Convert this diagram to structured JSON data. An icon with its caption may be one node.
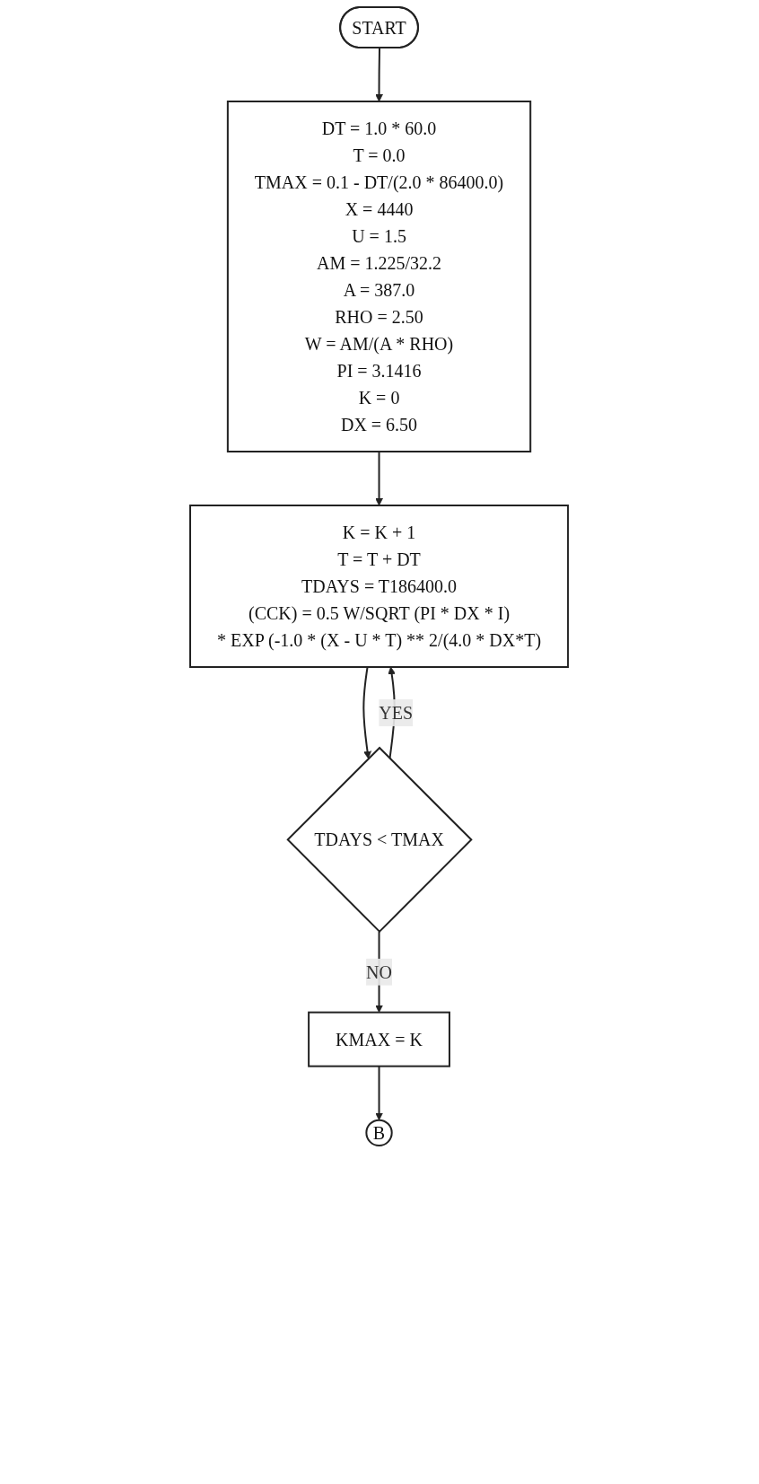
{
  "diagram": {
    "nodes": [
      {
        "text": [
          "START"
        ]
      },
      {
        "text": [
          "DT = 1.0 * 60.0",
          "T = 0.0",
          "TMAX = 0.1 - DT/(2.0 * 86400.0)",
          "X = 4440",
          "U = 1.5",
          "AM = 1.225/32.2",
          "A = 387.0",
          "RHO = 2.50",
          "W = AM/(A * RHO)",
          "PI = 3.1416",
          "K = 0",
          "DX = 6.50"
        ]
      },
      {
        "text": [
          "K = K + 1",
          "T = T + DT",
          "TDAYS = T186400.0",
          "(CCK) = 0.5 W/SQRT (PI * DX * I)",
          "* EXP (-1.0 * (X - U * T) ** 2/(4.0 * DX*T)"
        ]
      },
      {
        "text": [
          "TDAYS < TMAX"
        ]
      },
      {
        "text": [
          "KMAX = K"
        ]
      },
      {
        "text": [
          "B"
        ]
      }
    ],
    "edges": [
      {
        "from": 0,
        "to": 1,
        "arrow": "to"
      },
      {
        "from": 1,
        "to": 2,
        "arrow": "to"
      },
      {
        "from": 2,
        "to": 3,
        "arrow": "to"
      },
      {
        "from": 3,
        "to": 2,
        "arrow": "to",
        "label": "YES"
      },
      {
        "from": 3,
        "to": 4,
        "arrow": "to",
        "label": "NO"
      },
      {
        "from": 4,
        "to": 5,
        "arrow": "to"
      }
    ]
  }
}
